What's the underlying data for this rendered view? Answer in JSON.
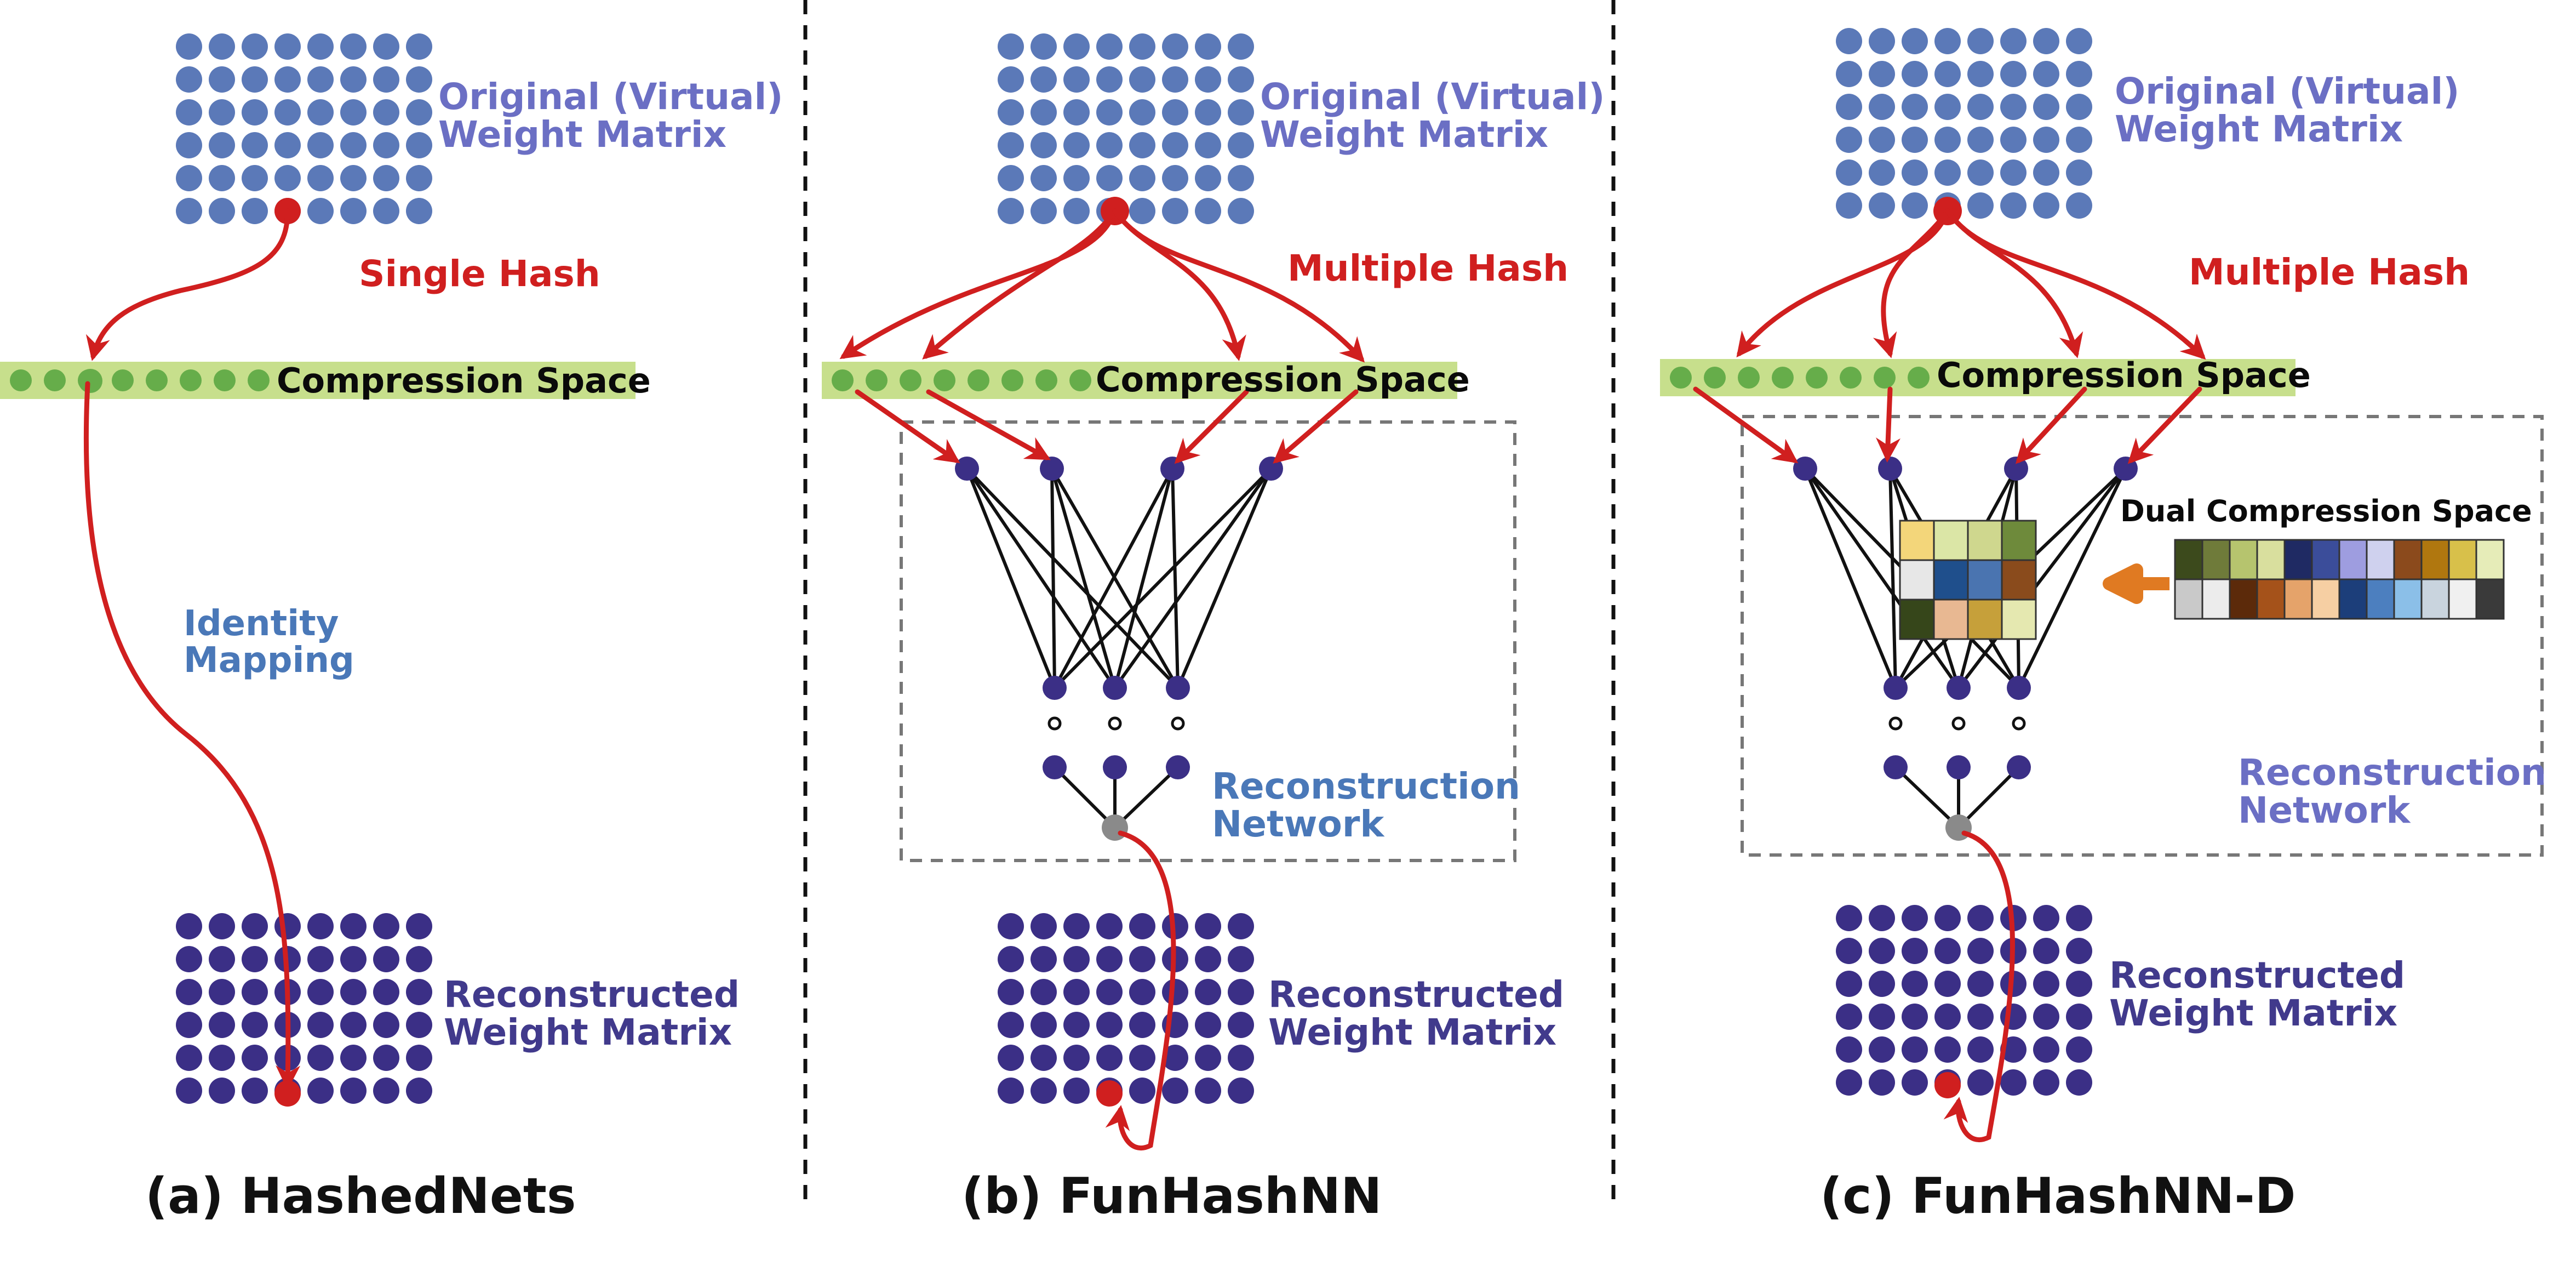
{
  "colors": {
    "original_dot": "#5b79b8",
    "recon_dot": "#3b2f86",
    "hash_red": "#d01f1f",
    "band_green": "#c7df8c",
    "cell_green": "#66ad4a",
    "node": "#3b2f86",
    "output_node": "#8a8a8a"
  },
  "panels": [
    {
      "original_label_line1": "Original (Virtual)",
      "original_label_line2": "Weight Matrix",
      "hash_label": "Single Hash",
      "compression_label": "Compression Space",
      "identity_label_line1": "Identity",
      "identity_label_line2": "Mapping",
      "reconstructed_label_line1": "Reconstructed",
      "reconstructed_label_line2": "Weight Matrix",
      "caption": "(a) HashedNets"
    },
    {
      "original_label_line1": "Original (Virtual)",
      "original_label_line2": "Weight Matrix",
      "hash_label": "Multiple Hash",
      "compression_label": "Compression Space",
      "network_label_line1": "Reconstruction",
      "network_label_line2": "Network",
      "reconstructed_label_line1": "Reconstructed",
      "reconstructed_label_line2": "Weight Matrix",
      "caption": "(b) FunHashNN"
    },
    {
      "original_label_line1": "Original (Virtual)",
      "original_label_line2": "Weight Matrix",
      "hash_label": "Multiple Hash",
      "compression_label": "Compression Space",
      "dual_label": "Dual Compression Space",
      "network_label_line1": "Reconstruction",
      "network_label_line2": "Network",
      "reconstructed_label_line1": "Reconstructed",
      "reconstructed_label_line2": "Weight Matrix",
      "caption": "(c) FunHashNN-D"
    }
  ]
}
